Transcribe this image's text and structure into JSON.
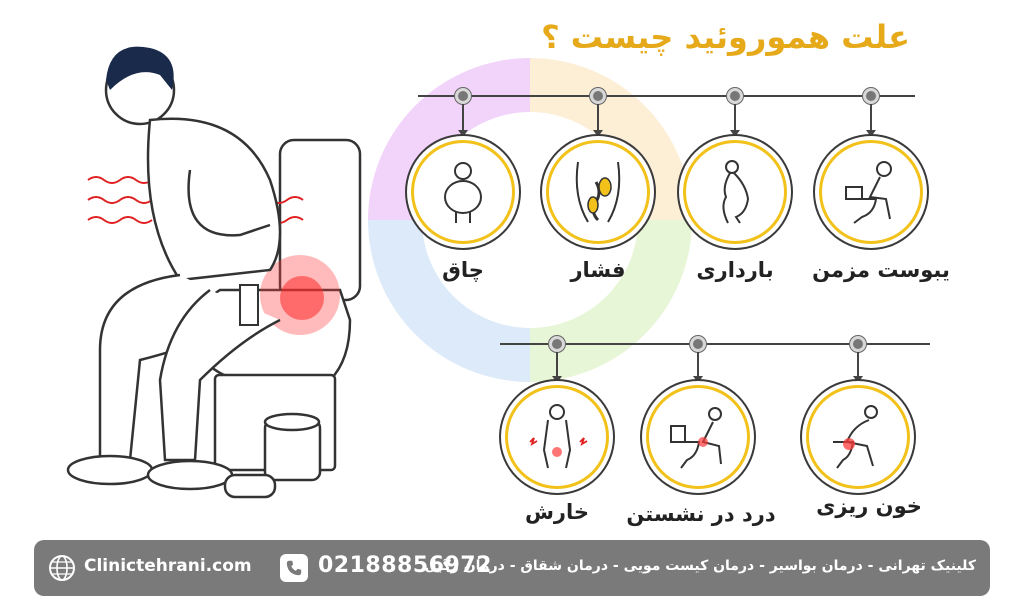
{
  "title": "علت هموروئید چیست ؟",
  "causes_row1": [
    {
      "label": "چاق",
      "icon": "obesity-icon"
    },
    {
      "label": "فشار",
      "icon": "pressure-icon"
    },
    {
      "label": "بارداری",
      "icon": "pregnancy-icon"
    },
    {
      "label": "یبوست مزمن",
      "icon": "constipation-icon"
    }
  ],
  "causes_row2": [
    {
      "label": "خارش",
      "icon": "itching-icon"
    },
    {
      "label": "درد در نشستن",
      "icon": "sitting-pain-icon"
    },
    {
      "label": "خون ریزی",
      "icon": "bleeding-icon"
    }
  ],
  "footer": {
    "website": "Clinictehrani.com",
    "phone": "02188856972",
    "services": "کلینیک تهرانی - درمان بواسیر - درمان کیست مویی - درمان شقاق - درمان زگیل",
    "icons": [
      "globe-icon",
      "phone-icon"
    ]
  },
  "colors": {
    "title": "#e5a91a",
    "ring": "#f2c21a",
    "footer_bg": "#7a7a7a",
    "pain_glow": "#ff3b3b"
  }
}
